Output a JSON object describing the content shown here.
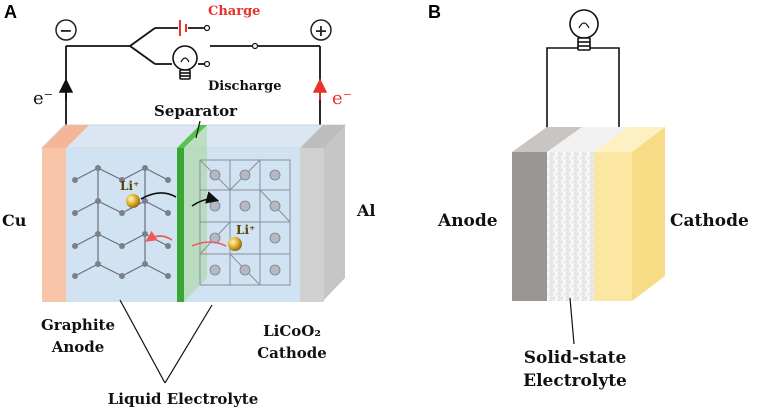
{
  "panel_a": {
    "letter": "A",
    "minus_symbol": "−",
    "plus_symbol": "+",
    "charge_label": "Charge",
    "discharge_label": "Discharge",
    "electron_left": "e⁻",
    "electron_right": "e⁻",
    "separator_label": "Separator",
    "cu_label": "Cu",
    "al_label": "Al",
    "li_ion_anode": "Li⁺",
    "li_ion_cathode": "Li⁺",
    "graphite_line1": "Graphite",
    "graphite_line2": "Anode",
    "licoo2_line1": "LiCoO₂",
    "licoo2_line2": "Cathode",
    "electrolyte_label": "Liquid Electrolyte"
  },
  "panel_b": {
    "letter": "B",
    "anode_label": "Anode",
    "cathode_label": "Cathode",
    "electrolyte_line1": "Solid-state",
    "electrolyte_line2": "Electrolyte"
  },
  "colors": {
    "charge_red": "#e8322a",
    "separator_green": "#3aa635",
    "cu_orange": "#f7c4a8",
    "al_gray": "#d0d0d0",
    "electrolyte_blue": "#cfe0f2",
    "cathode_yellow": "#fbe7a1",
    "anode_gray": "#9a9694"
  }
}
